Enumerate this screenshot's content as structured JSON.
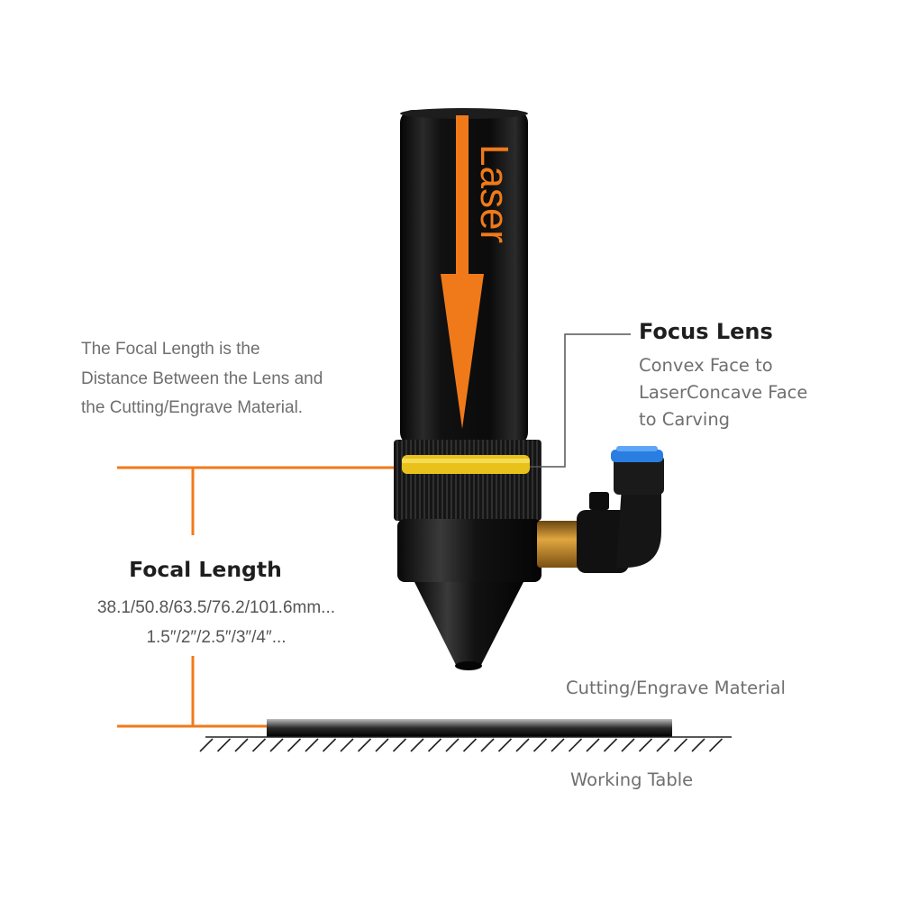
{
  "description": {
    "lines": [
      "The Focal Length is the",
      "Distance Between the Lens and",
      "the Cutting/Engrave Material."
    ]
  },
  "focus_lens": {
    "title": "Focus Lens",
    "lines": [
      "Convex Face to",
      "LaserConcave Face",
      "to Carving"
    ]
  },
  "focal_length": {
    "title": "Focal Length",
    "values_mm": "38.1/50.8/63.5/76.2/101.6mm...",
    "values_in": "1.5″/2″/2.5″/3″/4″..."
  },
  "laser_label": "Laser",
  "material_label": "Cutting/Engrave Material",
  "table_label": "Working Table",
  "colors": {
    "accent_orange": "#f07a1a",
    "lens_ring_yellow": "#e8c21a",
    "body_black": "#141414",
    "fitting_blue": "#2a7de1",
    "brass": "#c8922e",
    "text_gray": "#6f6f6f",
    "title_dark": "#1e1e1e"
  },
  "icons": {
    "laser_head": "laser-head-illustration",
    "air_fitting": "air-fitting-icon",
    "hatch": "table-hatch-icon"
  }
}
